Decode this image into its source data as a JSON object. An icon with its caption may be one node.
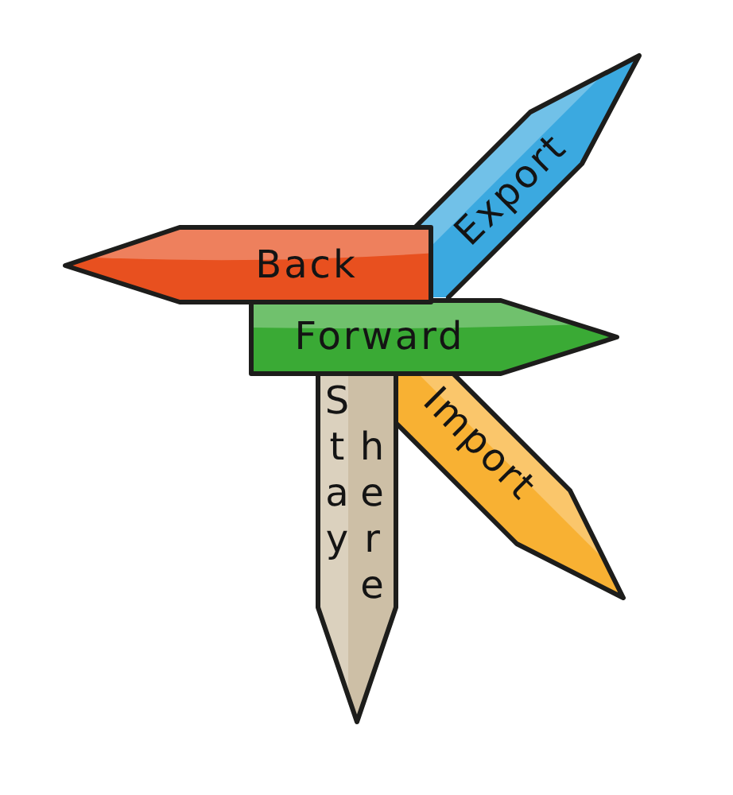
{
  "diagram": {
    "nodes": [
      {
        "text": [
          "Export"
        ]
      },
      {
        "text": [
          "Back"
        ]
      },
      {
        "text": [
          "Forward"
        ]
      },
      {
        "text": [
          "Stay",
          "here"
        ]
      },
      {
        "text": [
          "Import"
        ]
      }
    ]
  }
}
